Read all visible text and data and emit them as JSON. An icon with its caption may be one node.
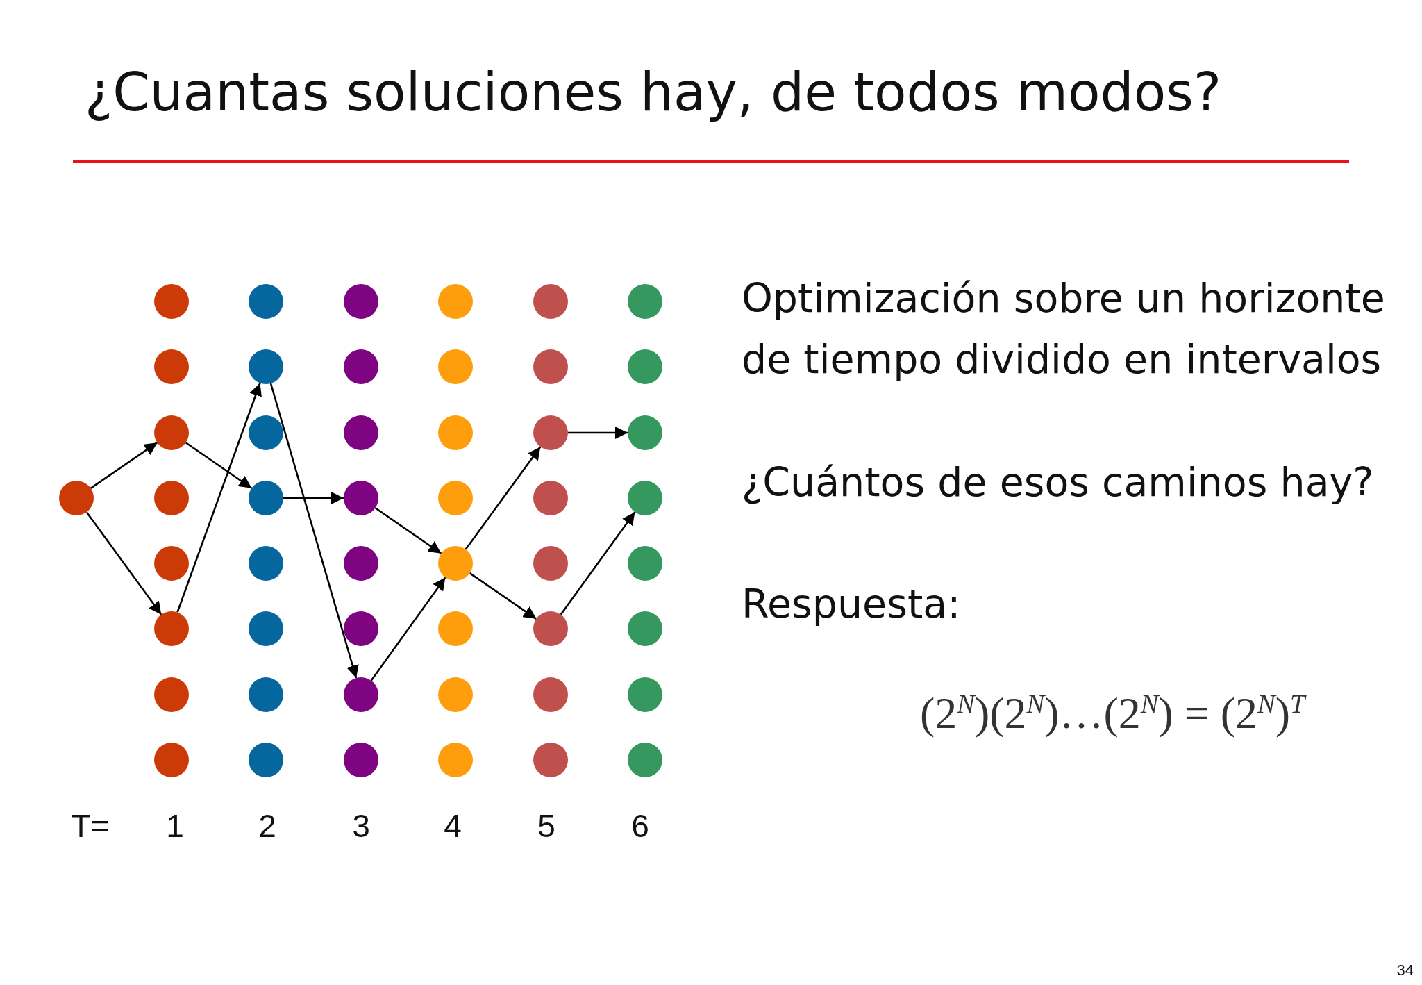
{
  "diagram": {
    "title": "¿Cuantas soluciones hay, de todos modos?",
    "nodes": [
      {
        "text": [],
        "shape": "circle"
      },
      {
        "text": [],
        "shape": "circle"
      },
      {
        "text": [],
        "shape": "circle"
      },
      {
        "text": [],
        "shape": "circle"
      },
      {
        "text": [],
        "shape": "circle"
      },
      {
        "text": [],
        "shape": "circle"
      },
      {
        "text": [],
        "shape": "circle"
      },
      {
        "text": [],
        "shape": "circle"
      },
      {
        "text": [],
        "shape": "circle"
      },
      {
        "text": [],
        "shape": "circle"
      },
      {
        "text": [],
        "shape": "circle"
      },
      {
        "text": [],
        "shape": "circle"
      },
      {
        "text": [],
        "shape": "circle"
      },
      {
        "text": [],
        "shape": "circle"
      },
      {
        "text": [],
        "shape": "circle"
      },
      {
        "text": [],
        "shape": "circle"
      },
      {
        "text": [],
        "shape": "circle"
      },
      {
        "text": [],
        "shape": "circle"
      },
      {
        "text": [],
        "shape": "circle"
      },
      {
        "text": [],
        "shape": "circle"
      },
      {
        "text": [],
        "shape": "circle"
      },
      {
        "text": [],
        "shape": "circle"
      },
      {
        "text": [],
        "shape": "circle"
      },
      {
        "text": [],
        "shape": "circle"
      },
      {
        "text": [],
        "shape": "circle"
      },
      {
        "text": [],
        "shape": "circle"
      },
      {
        "text": [],
        "shape": "circle"
      },
      {
        "text": [],
        "shape": "circle"
      },
      {
        "text": [],
        "shape": "circle"
      },
      {
        "text": [],
        "shape": "circle"
      },
      {
        "text": [],
        "shape": "circle"
      },
      {
        "text": [],
        "shape": "circle"
      },
      {
        "text": [],
        "shape": "circle"
      },
      {
        "text": [],
        "shape": "circle"
      },
      {
        "text": [],
        "shape": "circle"
      },
      {
        "text": [],
        "shape": "circle"
      },
      {
        "text": [],
        "shape": "circle"
      },
      {
        "text": [],
        "shape": "circle"
      },
      {
        "text": [],
        "shape": "circle"
      },
      {
        "text": [],
        "shape": "circle"
      },
      {
        "text": [],
        "shape": "circle"
      },
      {
        "text": [],
        "shape": "circle"
      },
      {
        "text": [],
        "shape": "circle"
      },
      {
        "text": [],
        "shape": "circle"
      },
      {
        "text": [],
        "shape": "circle"
      },
      {
        "text": [],
        "shape": "circle"
      },
      {
        "text": [],
        "shape": "circle"
      },
      {
        "text": [],
        "shape": "circle"
      },
      {
        "text": [],
        "shape": "circle"
      }
    ],
    "edges": [
      {
        "from": 0,
        "to": 3,
        "arrow": "to"
      },
      {
        "from": 0,
        "to": 6,
        "arrow": "to"
      },
      {
        "from": 3,
        "to": 12,
        "arrow": "to"
      },
      {
        "from": 6,
        "to": 10,
        "arrow": "to"
      },
      {
        "from": 10,
        "to": 23,
        "arrow": "to"
      },
      {
        "from": 12,
        "to": 20,
        "arrow": "to"
      },
      {
        "from": 20,
        "to": 29,
        "arrow": "to"
      },
      {
        "from": 23,
        "to": 29,
        "arrow": "to"
      },
      {
        "from": 29,
        "to": 35,
        "arrow": "to"
      },
      {
        "from": 29,
        "to": 38,
        "arrow": "to"
      },
      {
        "from": 35,
        "to": 43,
        "arrow": "to"
      },
      {
        "from": 38,
        "to": 44,
        "arrow": "to"
      }
    ],
    "labels": [
      "Optimización sobre un horizonte de tiempo dividido en intervalos",
      "¿Cuántos de esos caminos hay?",
      "Respuesta:",
      "(2$^{N}$)(2$^{N}$)…(2$^{N}$) = (2$^{N}$)$^{T}$",
      "T=",
      "1",
      "2",
      "3",
      "4",
      "5",
      "6",
      "34"
    ]
  }
}
